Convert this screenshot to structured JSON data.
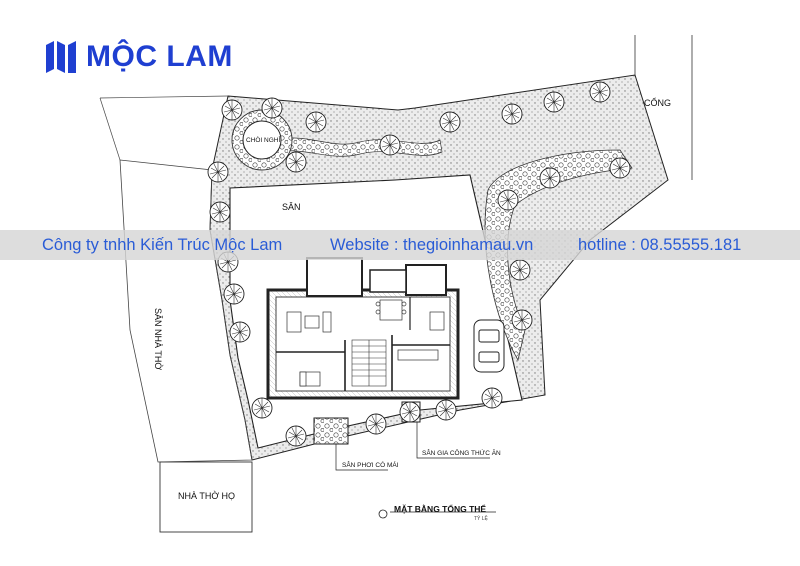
{
  "logo": {
    "text": "MỘC LAM",
    "color": "#1f3fd1"
  },
  "banner": {
    "company": "Công ty tnhh Kiến Trúc Mộc Lam",
    "website": "Website : thegioinhamau.vn",
    "hotline": "hotline : 08.55555.181",
    "text_color": "#2a5cd6"
  },
  "plan": {
    "labels": {
      "gazebo": "CHÒI NGHỈ",
      "gate": "CỔNG",
      "yard": "SÂN",
      "church_yard": "SÂN NHÀ THỜ",
      "family_church": "NHÀ THỜ HỌ",
      "drying_yard": "SÂN PHƠI CÓ MÁI",
      "service_yard": "SÂN GIA CÔNG THỨC ĂN",
      "title": "MẶT BẰNG TỔNG THỂ",
      "scale": "TỶ LỆ"
    }
  }
}
